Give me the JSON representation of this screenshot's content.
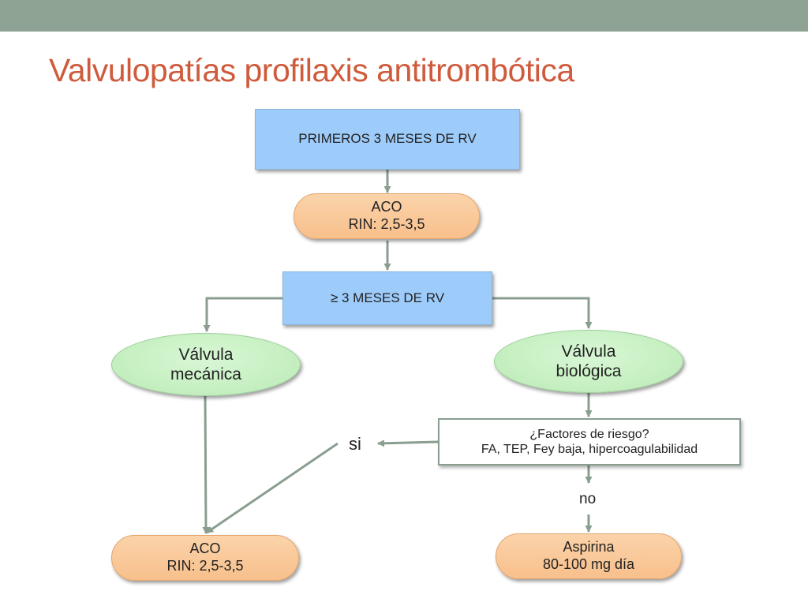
{
  "slide": {
    "title": "Valvulopatías profilaxis antitrombótica"
  },
  "nodes": {
    "first_months": "PRIMEROS 3 MESES DE RV",
    "aco_top": {
      "line1": "ACO",
      "line2": "RIN: 2,5-3,5"
    },
    "after_months": "≥ 3 MESES DE RV",
    "mechanical": {
      "line1": "Válvula",
      "line2": "mecánica"
    },
    "biological": {
      "line1": "Válvula",
      "line2": "biológica"
    },
    "risk_factors": {
      "line1": "¿Factores de riesgo?",
      "line2": "FA, TEP, Fey baja, hipercoagulabilidad"
    },
    "aco_bottom": {
      "line1": "ACO",
      "line2": "RIN: 2,5-3,5"
    },
    "aspirin": {
      "line1": "Aspirina",
      "line2": "80-100 mg día"
    }
  },
  "edge_labels": {
    "yes": "si",
    "no": "no"
  },
  "colors": {
    "title": "#cf5b3c",
    "top_bar": "#8fa395",
    "connector": "#8a9e90",
    "blue_box": "#9dcbfa",
    "orange_pill": "#f8c08c",
    "green_ellipse": "#c4eebf"
  }
}
